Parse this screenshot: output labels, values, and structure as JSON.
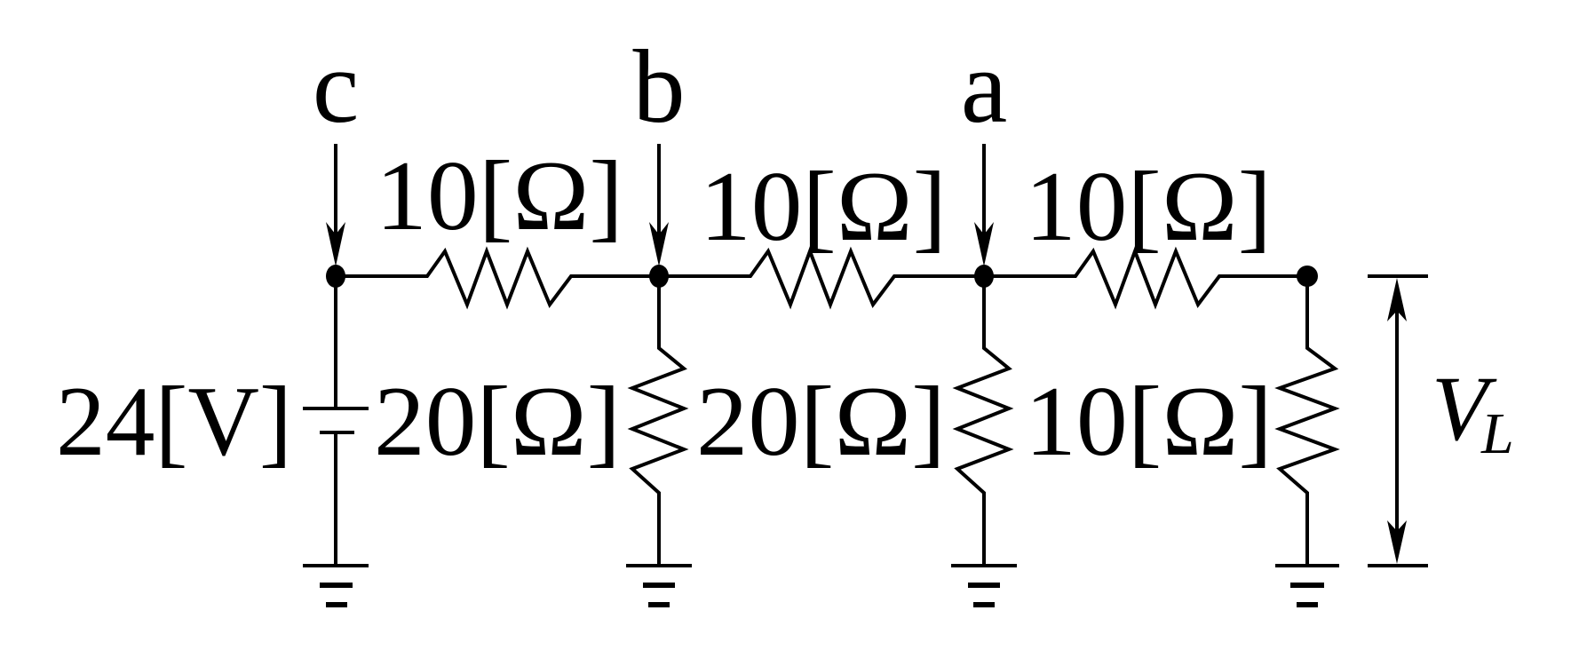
{
  "diagram": {
    "type": "resistor ladder circuit",
    "nodes": [
      {
        "label": "c"
      },
      {
        "label": "b"
      },
      {
        "label": "a"
      }
    ],
    "series_resistors": [
      {
        "label": "10[Ω]"
      },
      {
        "label": "10[Ω]"
      },
      {
        "label": "10[Ω]"
      }
    ],
    "shunt_resistors": [
      {
        "label": "20[Ω]"
      },
      {
        "label": "20[Ω]"
      },
      {
        "label": "10[Ω]"
      }
    ],
    "source": {
      "label": "24[V]"
    },
    "output": {
      "symbol": "V",
      "subscript": "L"
    }
  }
}
